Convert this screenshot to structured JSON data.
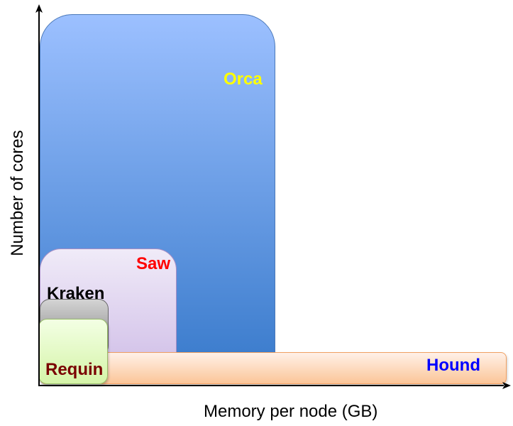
{
  "axes": {
    "x_label": "Memory per node (GB)",
    "y_label": "Number of cores"
  },
  "systems": [
    {
      "name": "Orca",
      "label_color": "#ffff00"
    },
    {
      "name": "Saw",
      "label_color": "#ff0000"
    },
    {
      "name": "Kraken",
      "label_color": "#000000"
    },
    {
      "name": "Requin",
      "label_color": "#7a0000"
    },
    {
      "name": "Hound",
      "label_color": "#0000ff"
    }
  ]
}
